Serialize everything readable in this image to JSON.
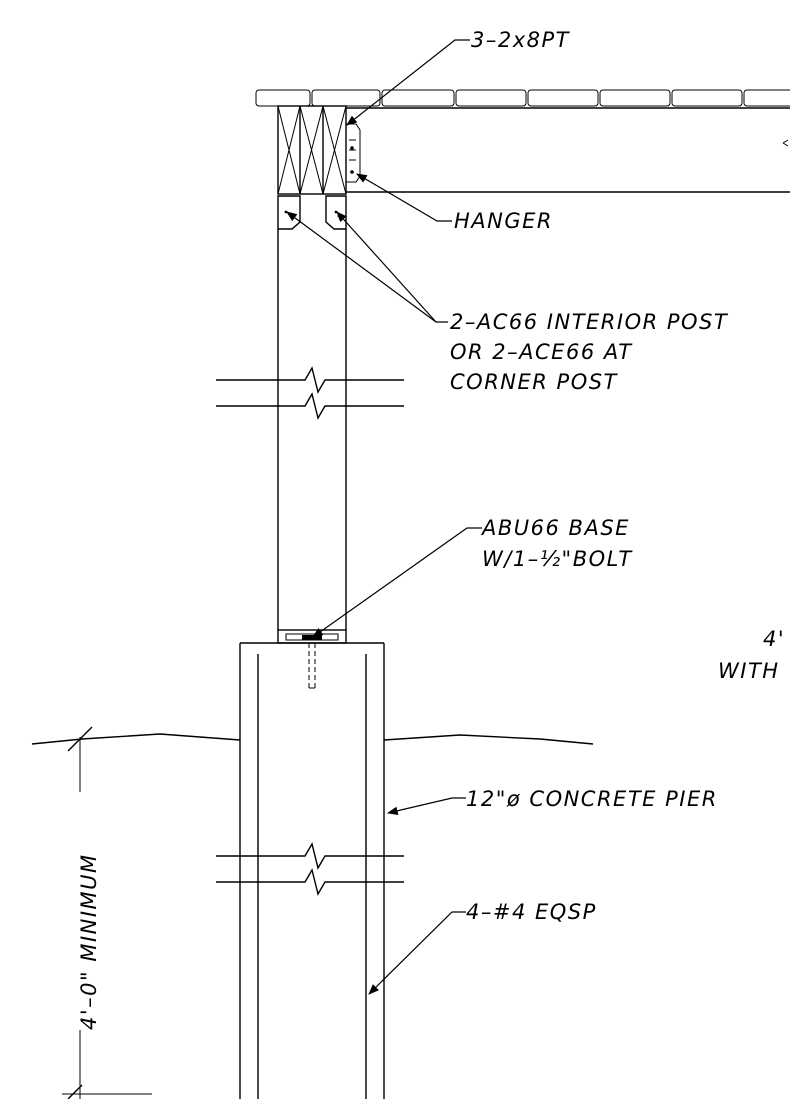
{
  "labels": {
    "beam": "3–2x8PT",
    "hanger": "HANGER",
    "post_cap_line1": "2–AC66 INTERIOR POST",
    "post_cap_line2": "OR 2–ACE66 AT",
    "post_cap_line3": "CORNER POST",
    "base_line1": "ABU66 BASE",
    "base_line2": "W/1–½\"BOLT",
    "pier": "12\"ø CONCRETE PIER",
    "rebar": "4–#4 EQSP",
    "depth_dim": "4'–0\" MINIMUM",
    "cut_off_1": "4'",
    "cut_off_2": "WITH"
  }
}
